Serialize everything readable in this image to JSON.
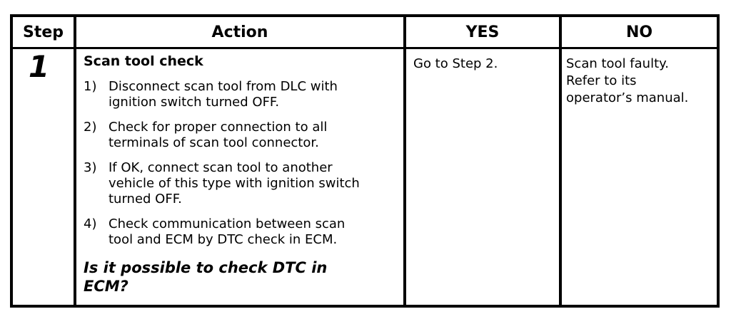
{
  "table": {
    "border_color": "#000000",
    "background_color": "#ffffff",
    "text_color": "#000000",
    "headers": {
      "step": "Step",
      "action": "Action",
      "yes": "YES",
      "no": "NO"
    },
    "rows": [
      {
        "step": "1",
        "action": {
          "title": "Scan tool check",
          "items": [
            {
              "num": "1)",
              "text": "Disconnect scan tool from DLC with\nignition switch turned OFF."
            },
            {
              "num": "2)",
              "text": "Check for proper connection to all\nterminals of scan tool connector."
            },
            {
              "num": "3)",
              "text": "If OK, connect scan tool to another\nvehicle of this type with ignition switch\nturned OFF."
            },
            {
              "num": "4)",
              "text": "Check communication between scan\ntool and ECM by DTC check in ECM."
            }
          ],
          "question": "Is it possible to check DTC in\nECM?"
        },
        "yes": "Go to Step 2.",
        "no": "Scan tool faulty.\nRefer to its\noperator’s manual."
      }
    ]
  }
}
